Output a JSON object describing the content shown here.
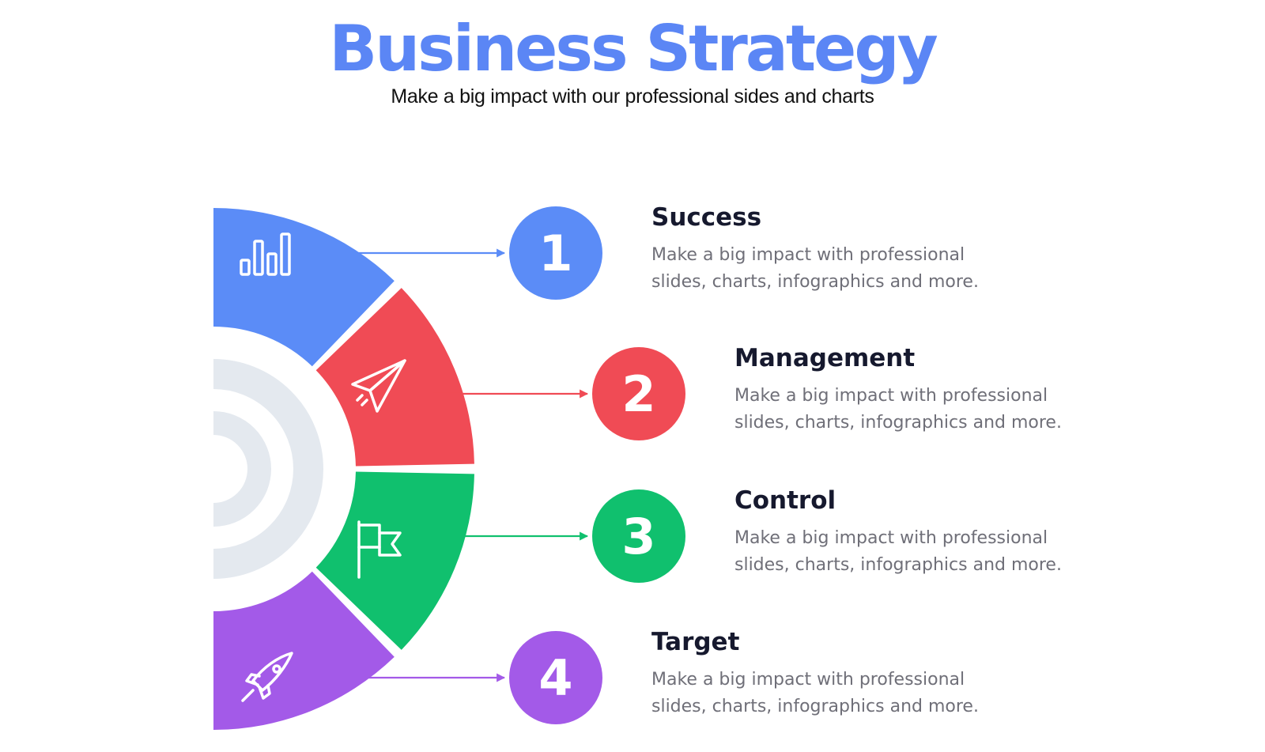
{
  "header": {
    "title": "Business Strategy",
    "subtitle": "Make a big impact  with our professional  sides and charts"
  },
  "colors": {
    "title": "#5b86f5",
    "ring_inner": "#e4e9ef"
  },
  "steps": [
    {
      "number": "1",
      "title": "Success",
      "description": "Make a big impact with professional slides, charts, infographics and more.",
      "color": "#5b8cf7",
      "icon": "bar-chart-icon"
    },
    {
      "number": "2",
      "title": "Management",
      "description": "Make a big impact with professional slides, charts, infographics and more.",
      "color": "#f04b55",
      "icon": "paper-plane-icon"
    },
    {
      "number": "3",
      "title": "Control",
      "description": "Make a big impact with professional slides, charts, infographics and more.",
      "color": "#10c06e",
      "icon": "flag-icon"
    },
    {
      "number": "4",
      "title": "Target",
      "description": "Make a big impact with professional slides, charts, infographics and more.",
      "color": "#a35ae8",
      "icon": "rocket-icon"
    }
  ]
}
